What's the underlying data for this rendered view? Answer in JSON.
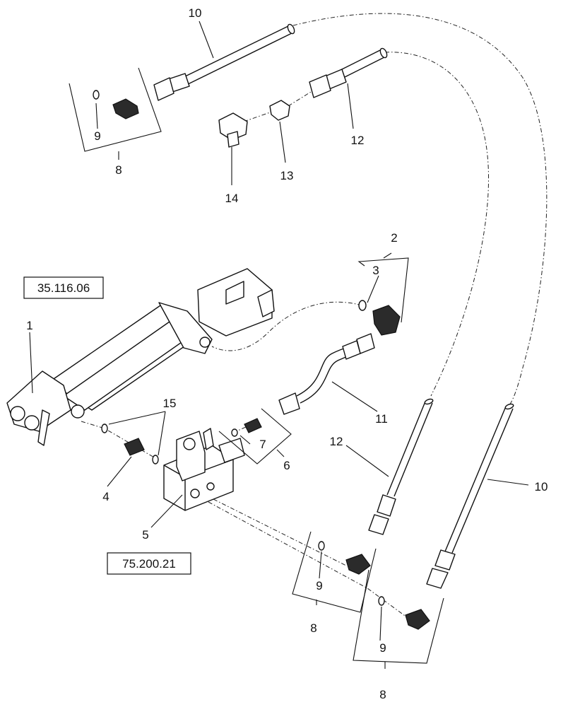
{
  "references": {
    "cylinder_group": "35.116.06",
    "valve_group": "75.200.21"
  },
  "callouts": {
    "c1": "1",
    "c2": "2",
    "c3": "3",
    "c4": "4",
    "c5": "5",
    "c6": "6",
    "c7": "7",
    "c8_top": "8",
    "c8_mid": "8",
    "c8_bottom": "8",
    "c9_top": "9",
    "c9_mid": "9",
    "c9_bottom": "9",
    "c10_top": "10",
    "c10_right": "10",
    "c11": "11",
    "c12_top": "12",
    "c12_mid": "12",
    "c13": "13",
    "c14": "14",
    "c15": "15"
  }
}
